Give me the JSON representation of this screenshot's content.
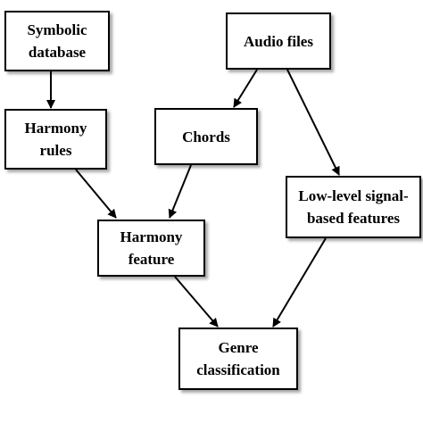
{
  "nodes": {
    "symbolic_database": {
      "line1": "Symbolic",
      "line2": "database"
    },
    "audio_files": {
      "line1": "Audio files"
    },
    "harmony_rules": {
      "line1": "Harmony",
      "line2": "rules"
    },
    "chords": {
      "line1": "Chords"
    },
    "low_level_features": {
      "line1": "Low-level signal-",
      "line2": "based features"
    },
    "harmony_feature": {
      "line1": "Harmony",
      "line2": "feature"
    },
    "genre_classification": {
      "line1": "Genre",
      "line2": "classification"
    }
  },
  "edges": [
    {
      "from": "symbolic_database",
      "to": "harmony_rules"
    },
    {
      "from": "audio_files",
      "to": "chords"
    },
    {
      "from": "audio_files",
      "to": "low_level_features"
    },
    {
      "from": "harmony_rules",
      "to": "harmony_feature"
    },
    {
      "from": "chords",
      "to": "harmony_feature"
    },
    {
      "from": "harmony_feature",
      "to": "genre_classification"
    },
    {
      "from": "low_level_features",
      "to": "genre_classification"
    }
  ]
}
